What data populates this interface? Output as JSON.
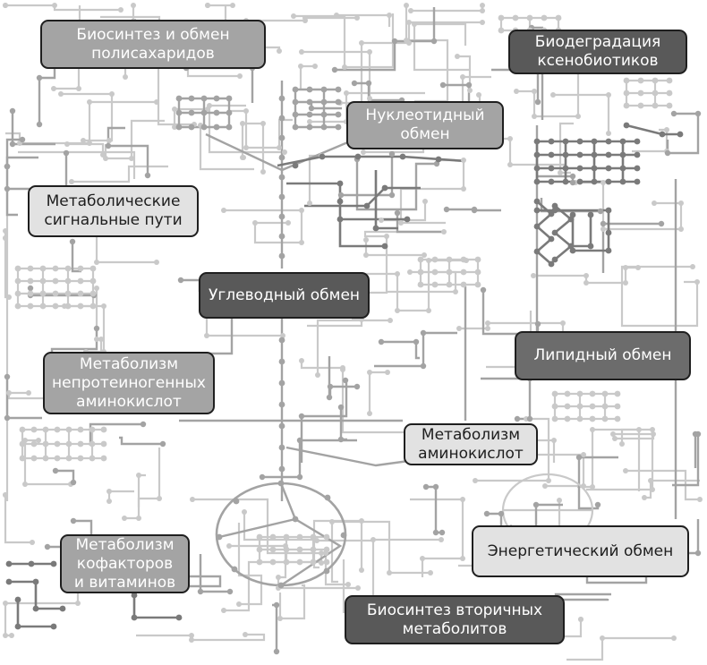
{
  "labels": {
    "polysaccharides": "Биосинтез и обмен\nполисахаридов",
    "xenobiotics": "Биодеградация\nксенобиотиков",
    "nucleotide": "Нуклеотидный\nобмен",
    "signaling": "Метаболические\nсигнальные пути",
    "carbohydrate": "Углеводный обмен",
    "lipid": "Липидный обмен",
    "nonproteinogenic": "Метаболизм\nнепротеиногенных\nаминокислот",
    "aminoacids": "Метаболизм\nаминокислот",
    "cofactors": "Метаболизм\nкофакторов\nи витаминов",
    "energy": "Энергетический обмен",
    "secondary": "Биосинтез вторичных\nметаболитов"
  },
  "colors": {
    "background": "#ffffff",
    "pathway_light": "#c9c9c9",
    "pathway_mid": "#a3a3a3",
    "pathway_dark": "#7a7a7a",
    "box_light": "#e2e2e2",
    "box_mid": "#a4a4a4",
    "box_dark": "#6c6c6c",
    "box_border": "#1f1f1f"
  }
}
